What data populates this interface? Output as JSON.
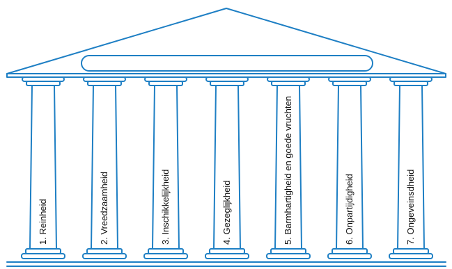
{
  "colors": {
    "stroke": "#1e7fc4",
    "text": "#111111",
    "background": "#ffffff"
  },
  "columns": [
    {
      "label": "1. Reinheid"
    },
    {
      "label": "2. Vreedzaamheid"
    },
    {
      "label": "3. Inschikkelijkheid"
    },
    {
      "label": "4. Gezeglijkheid"
    },
    {
      "label": "5. Barmhartigheid en goede vruchten"
    },
    {
      "label": "6. Onpartijdigheid"
    },
    {
      "label": "7. Ongeveinsdheid"
    }
  ]
}
